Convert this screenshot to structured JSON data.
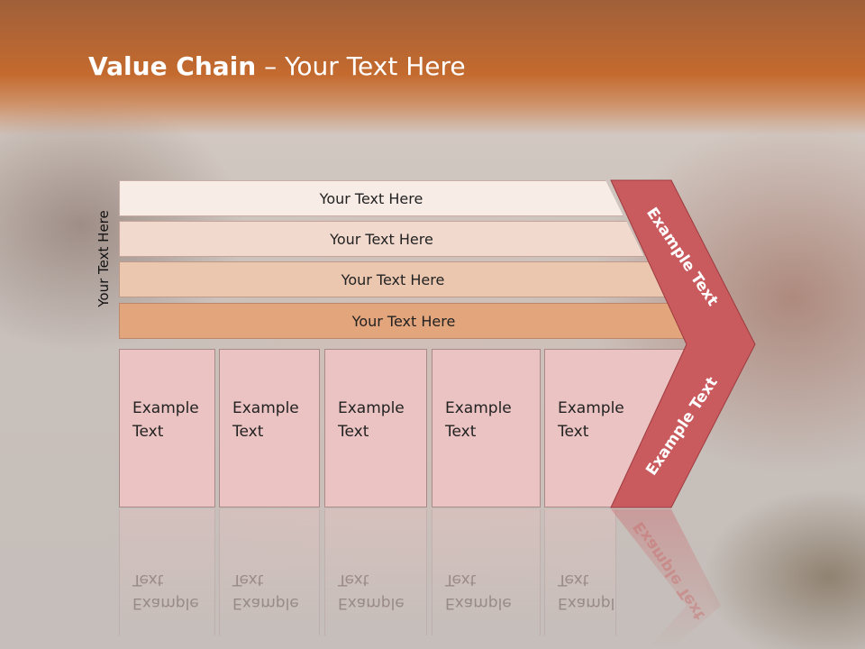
{
  "slide": {
    "title_bold": "Value Chain",
    "title_rest": " – Your Text Here",
    "side_label": "Your Text Here"
  },
  "bars": [
    {
      "label": "Your Text Here"
    },
    {
      "label": "Your Text Here"
    },
    {
      "label": "Your Text Here"
    },
    {
      "label": "Your Text Here"
    }
  ],
  "cells": [
    {
      "line1": "Example",
      "line2": "Text"
    },
    {
      "line1": "Example",
      "line2": "Text"
    },
    {
      "line1": "Example",
      "line2": "Text"
    },
    {
      "line1": "Example",
      "line2": "Text"
    },
    {
      "line1": "Example",
      "line2": "Text"
    }
  ],
  "chevron": {
    "top_label": "Example Text",
    "bottom_label": "Example Text",
    "color": "#c95a5e"
  },
  "colors": {
    "header": "#c46a2e",
    "bar_1": "#f7ece6",
    "bar_2": "#f2d9cd",
    "bar_3": "#ebc7b0",
    "bar_4": "#e3a57c",
    "cell": "#ecc3c3"
  }
}
